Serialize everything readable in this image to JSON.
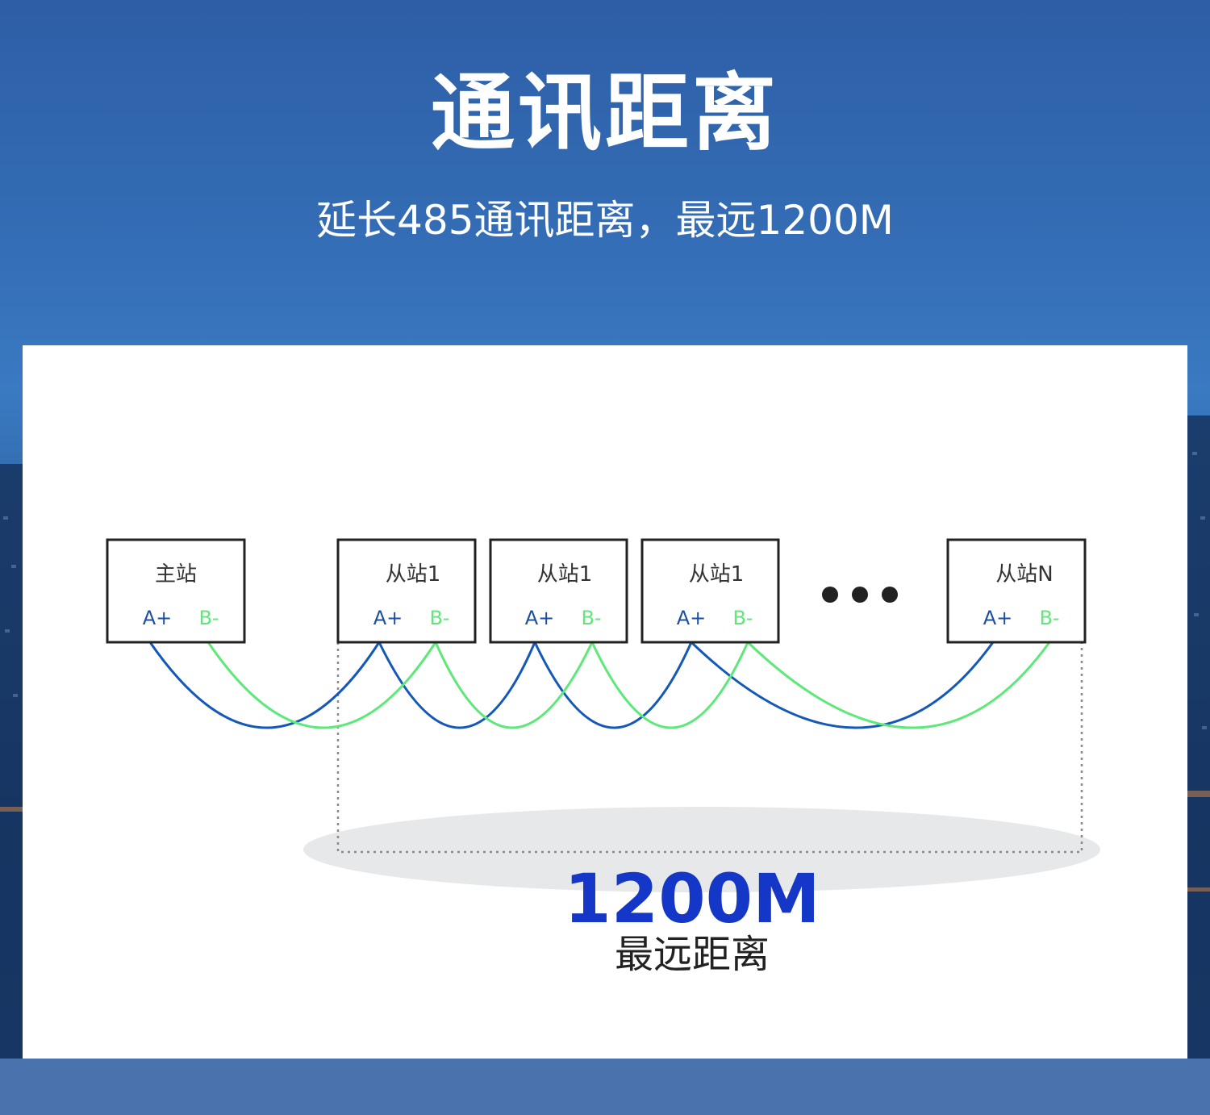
{
  "header": {
    "title": "通讯距离",
    "subtitle": "延长485通讯距离，最远1200M"
  },
  "stations": [
    {
      "name": "主站",
      "pin_a": "A+",
      "pin_b": "B-"
    },
    {
      "name": "从站1",
      "pin_a": "A+",
      "pin_b": "B-"
    },
    {
      "name": "从站1",
      "pin_a": "A+",
      "pin_b": "B-"
    },
    {
      "name": "从站1",
      "pin_a": "A+",
      "pin_b": "B-"
    },
    {
      "name": "从站N",
      "pin_a": "A+",
      "pin_b": "B-"
    }
  ],
  "distance": {
    "value": "1200M",
    "label": "最远距离"
  },
  "colors": {
    "wire_a": "#1458b8",
    "wire_b": "#5ee87a",
    "distance_value": "#1437c8",
    "pin_a_text": "#1c4fa3",
    "pin_b_text": "#5ee87a"
  }
}
